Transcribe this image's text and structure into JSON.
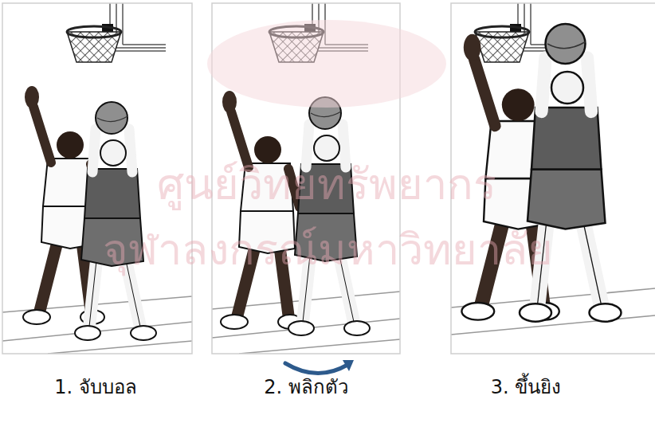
{
  "diagram": {
    "labels": [
      "ศูนย์วิทยทรัพยากร",
      "จุฬาลงกรณ์มหาวิทยาลัย",
      "1. จับบอล",
      "2. พลิกตัว",
      "3. ขึ้นยิง"
    ]
  }
}
